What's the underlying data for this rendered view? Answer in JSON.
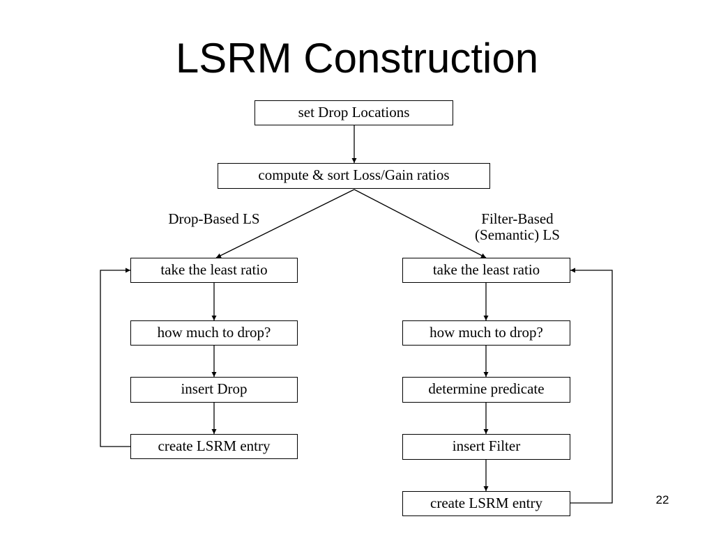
{
  "title": "LSRM Construction",
  "nodes": {
    "set_drop_locations": "set Drop Locations",
    "compute_sort": "compute & sort Loss/Gain ratios",
    "left": {
      "take_least_ratio": "take the least ratio",
      "how_much_to_drop": "how much to drop?",
      "insert_drop": "insert Drop",
      "create_lsrm_entry": "create LSRM entry"
    },
    "right": {
      "take_least_ratio": "take the least ratio",
      "how_much_to_drop": "how much to drop?",
      "determine_predicate": "determine predicate",
      "insert_filter": "insert Filter",
      "create_lsrm_entry": "create LSRM entry"
    }
  },
  "branch_labels": {
    "left": "Drop-Based LS",
    "right_line1": "Filter-Based",
    "right_line2": "(Semantic) LS"
  },
  "page_number": "22"
}
